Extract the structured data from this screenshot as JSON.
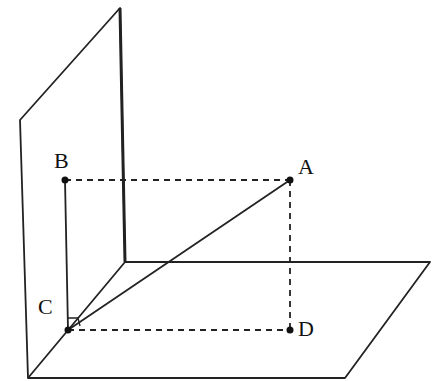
{
  "diagram": {
    "labels": [
      "B",
      "A",
      "C",
      "D"
    ]
  }
}
